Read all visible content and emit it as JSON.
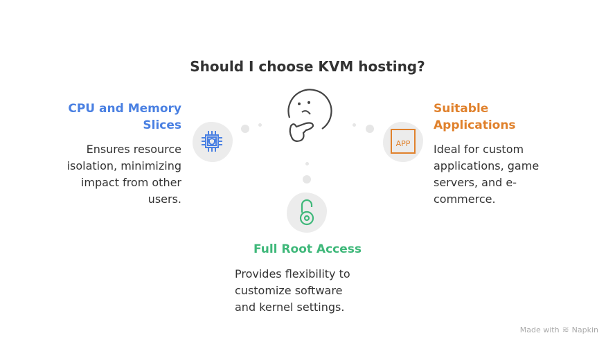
{
  "title": "Should I choose KVM hosting?",
  "center_icon": "thinking-face-icon",
  "items": [
    {
      "heading": "CPU and Memory\nSlices",
      "body": "Ensures resource\nisolation, minimizing\nimpact from other\nusers.",
      "color": "#4a80e2",
      "icon": "cpu-shield-icon"
    },
    {
      "heading": "Suitable\nApplications",
      "body": "Ideal for custom\napplications, game\nservers, and e-\ncommerce.",
      "color": "#e0812c",
      "icon": "app-icon"
    },
    {
      "heading": "Full Root Access",
      "body": "Provides flexibility to\ncustomize software\nand kernel settings.",
      "color": "#3fb87a",
      "icon": "unlock-icon"
    }
  ],
  "footer": {
    "made_with": "Made with",
    "brand": "Napkin"
  }
}
